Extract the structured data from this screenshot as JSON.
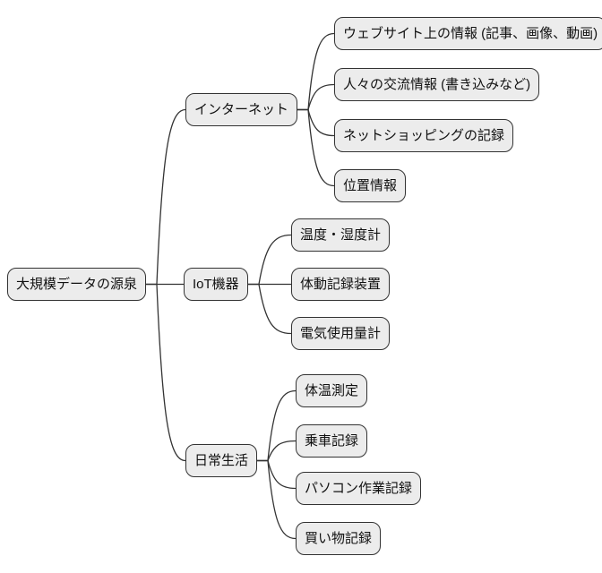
{
  "mindmap": {
    "root": {
      "label": "大規模データの源泉"
    },
    "branches": [
      {
        "label": "インターネット",
        "children": [
          {
            "label": "ウェブサイト上の情報 (記事、画像、動画)"
          },
          {
            "label": "人々の交流情報 (書き込みなど)"
          },
          {
            "label": "ネットショッピングの記録"
          },
          {
            "label": "位置情報"
          }
        ]
      },
      {
        "label": "IoT機器",
        "children": [
          {
            "label": "温度・湿度計"
          },
          {
            "label": "体動記録装置"
          },
          {
            "label": "電気使用量計"
          }
        ]
      },
      {
        "label": "日常生活",
        "children": [
          {
            "label": "体温測定"
          },
          {
            "label": "乗車記録"
          },
          {
            "label": "パソコン作業記録"
          },
          {
            "label": "買い物記録"
          }
        ]
      }
    ]
  },
  "colors": {
    "background": "#ffffff",
    "node_fill": "#ececec",
    "node_border": "#333333",
    "connector": "#333333",
    "text": "#111111"
  }
}
